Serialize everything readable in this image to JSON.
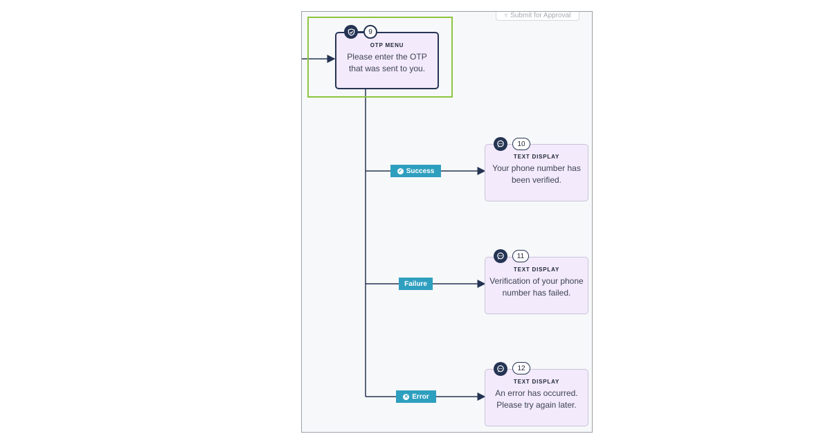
{
  "toolbar": {
    "submit_label": "Submit for Approval"
  },
  "nodes": {
    "otp": {
      "number": "9",
      "type": "OTP MENU",
      "text": "Please enter the OTP that was sent to you."
    },
    "success_node": {
      "number": "10",
      "type": "TEXT DISPLAY",
      "text": "Your phone number has been verified."
    },
    "failure_node": {
      "number": "11",
      "type": "TEXT DISPLAY",
      "text": "Verification of your phone number has failed."
    },
    "error_node": {
      "number": "12",
      "type": "TEXT DISPLAY",
      "text": "An error has occurred. Please try again later."
    }
  },
  "outcomes": {
    "success": "Success",
    "failure": "Failure",
    "error": "Error"
  },
  "icons": {
    "otp": "shield-check-icon",
    "text_display": "chat-bubble-icon",
    "success": "check-circle-icon",
    "error": "x-circle-icon",
    "submit": "funnel-icon"
  },
  "colors": {
    "node_border_dark": "#253453",
    "node_fill": "#f3eafc",
    "outcome_label": "#2f9fbf",
    "selection": "#8cc63f"
  }
}
